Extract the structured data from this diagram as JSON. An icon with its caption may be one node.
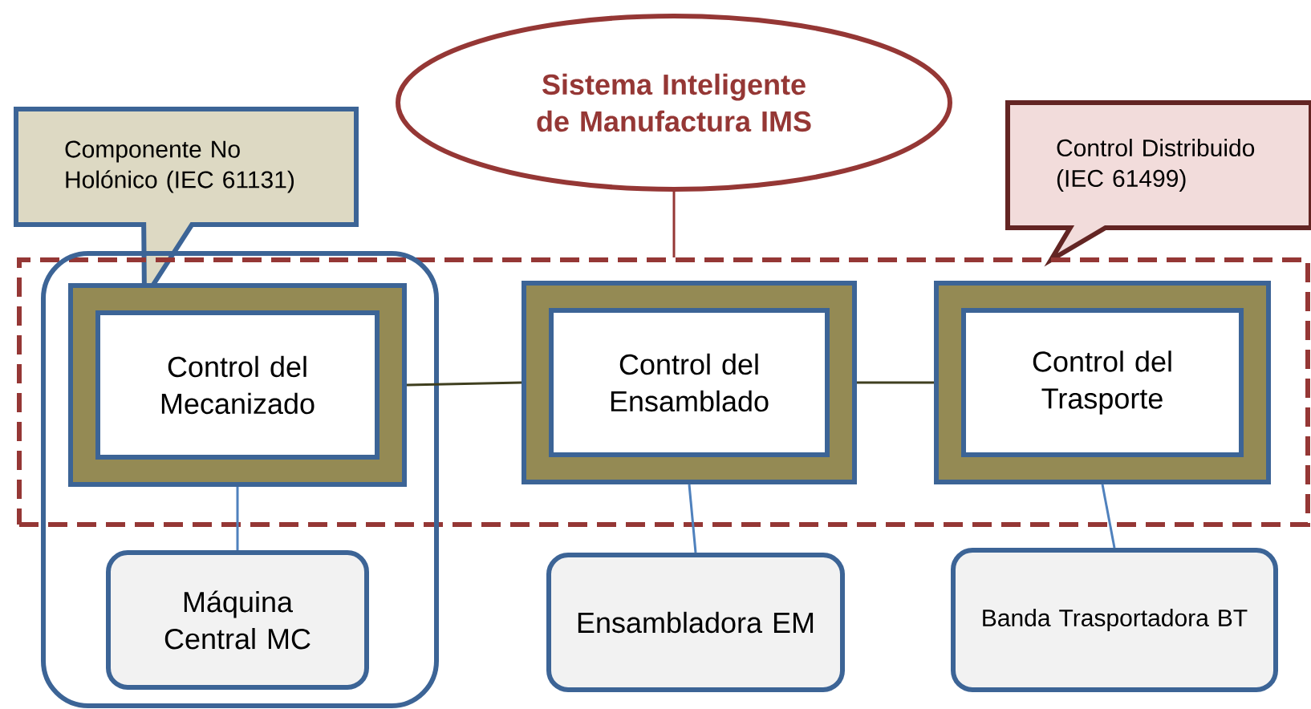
{
  "diagram": {
    "nodes": [
      {
        "text": [
          "Componente No Holónico (IEC 61131)"
        ]
      },
      {
        "text": [
          "Sistema Inteligente de Manufactura IMS"
        ]
      },
      {
        "text": [
          "Control Distribuido (IEC 61499)"
        ]
      },
      {
        "text": [],
        "shape": "box"
      },
      {
        "text": [],
        "shape": "box"
      },
      {
        "text": [
          "Control del Mecanizado"
        ]
      },
      {
        "text": [
          "Control del Ensamblado"
        ],
        "in": 3
      },
      {
        "text": [
          "Control del Trasporte"
        ],
        "in": 3
      },
      {
        "text": [
          "Máquina Central MC"
        ],
        "in": 4
      },
      {
        "text": [
          "Ensambladora EM"
        ]
      },
      {
        "text": [
          "Banda Trasportadora BT"
        ]
      }
    ],
    "edges": [
      {
        "from": 1,
        "to": 3,
        "arrow": "none",
        "color": "#953735"
      },
      {
        "from": 5,
        "to": 6,
        "arrow": "none",
        "color": "#3f3f1f"
      },
      {
        "from": 6,
        "to": 7,
        "arrow": "none",
        "color": "#3f3f1f"
      },
      {
        "from": 5,
        "to": 8,
        "arrow": "none"
      },
      {
        "from": 6,
        "to": 9,
        "arrow": "none"
      },
      {
        "from": 7,
        "to": 10,
        "arrow": "none"
      }
    ]
  }
}
